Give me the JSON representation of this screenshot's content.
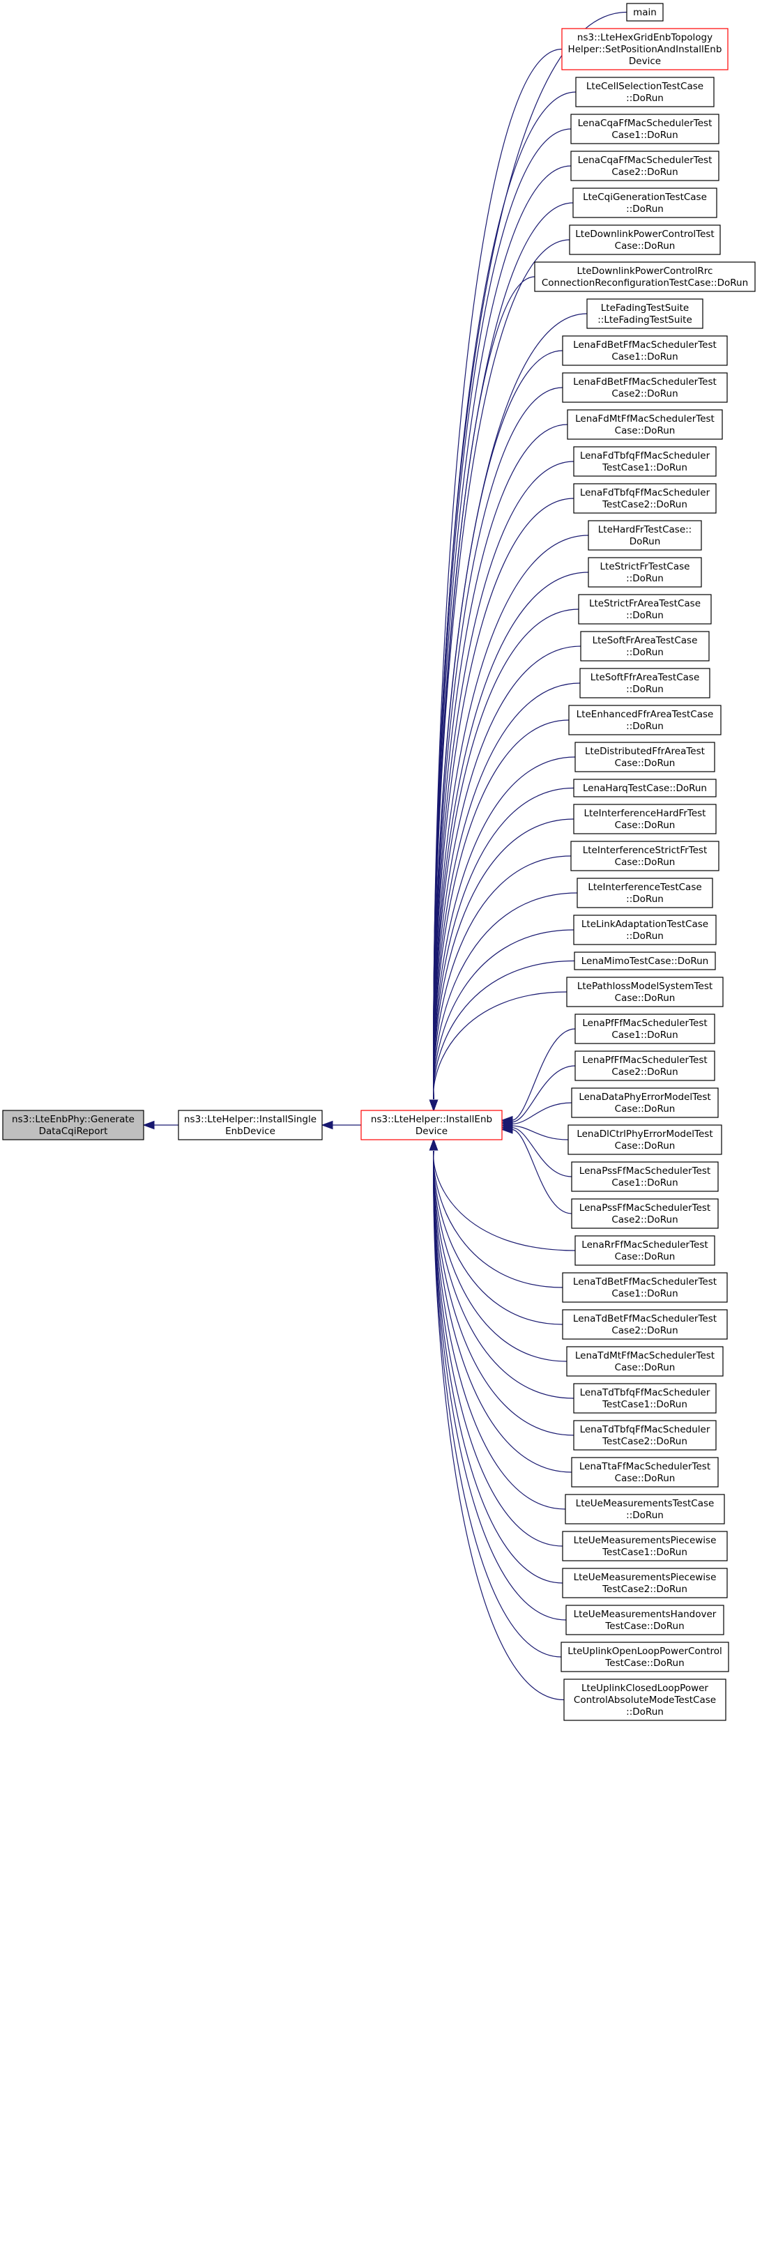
{
  "graph": {
    "title": "",
    "colors": {
      "edge": "#191970",
      "highlight_border": "#ff0000",
      "root_fill": "#bfbfbf"
    },
    "root": {
      "lines": [
        "ns3::LteEnbPhy::Generate",
        "DataCqiReport"
      ]
    },
    "middle": {
      "lines": [
        "ns3::LteHelper::InstallSingle",
        "EnbDevice"
      ]
    },
    "hub": {
      "lines": [
        "ns3::LteHelper::InstallEnb",
        "Device"
      ]
    },
    "callers": [
      {
        "lines": [
          "main"
        ]
      },
      {
        "lines": [
          "ns3::LteHexGridEnbTopology",
          "Helper::SetPositionAndInstallEnb",
          "Device"
        ],
        "highlight": true
      },
      {
        "lines": [
          "LteCellSelectionTestCase",
          "::DoRun"
        ]
      },
      {
        "lines": [
          "LenaCqaFfMacSchedulerTest",
          "Case1::DoRun"
        ]
      },
      {
        "lines": [
          "LenaCqaFfMacSchedulerTest",
          "Case2::DoRun"
        ]
      },
      {
        "lines": [
          "LteCqiGenerationTestCase",
          "::DoRun"
        ]
      },
      {
        "lines": [
          "LteDownlinkPowerControlTest",
          "Case::DoRun"
        ]
      },
      {
        "lines": [
          "LteDownlinkPowerControlRrc",
          "ConnectionReconfigurationTestCase::DoRun"
        ]
      },
      {
        "lines": [
          "LteFadingTestSuite",
          "::LteFadingTestSuite"
        ]
      },
      {
        "lines": [
          "LenaFdBetFfMacSchedulerTest",
          "Case1::DoRun"
        ]
      },
      {
        "lines": [
          "LenaFdBetFfMacSchedulerTest",
          "Case2::DoRun"
        ]
      },
      {
        "lines": [
          "LenaFdMtFfMacSchedulerTest",
          "Case::DoRun"
        ]
      },
      {
        "lines": [
          "LenaFdTbfqFfMacScheduler",
          "TestCase1::DoRun"
        ]
      },
      {
        "lines": [
          "LenaFdTbfqFfMacScheduler",
          "TestCase2::DoRun"
        ]
      },
      {
        "lines": [
          "LteHardFrTestCase::",
          "DoRun"
        ]
      },
      {
        "lines": [
          "LteStrictFrTestCase",
          "::DoRun"
        ]
      },
      {
        "lines": [
          "LteStrictFrAreaTestCase",
          "::DoRun"
        ]
      },
      {
        "lines": [
          "LteSoftFrAreaTestCase",
          "::DoRun"
        ]
      },
      {
        "lines": [
          "LteSoftFfrAreaTestCase",
          "::DoRun"
        ]
      },
      {
        "lines": [
          "LteEnhancedFfrAreaTestCase",
          "::DoRun"
        ]
      },
      {
        "lines": [
          "LteDistributedFfrAreaTest",
          "Case::DoRun"
        ]
      },
      {
        "lines": [
          "LenaHarqTestCase::DoRun"
        ]
      },
      {
        "lines": [
          "LteInterferenceHardFrTest",
          "Case::DoRun"
        ]
      },
      {
        "lines": [
          "LteInterferenceStrictFrTest",
          "Case::DoRun"
        ]
      },
      {
        "lines": [
          "LteInterferenceTestCase",
          "::DoRun"
        ]
      },
      {
        "lines": [
          "LteLinkAdaptationTestCase",
          "::DoRun"
        ]
      },
      {
        "lines": [
          "LenaMimoTestCase::DoRun"
        ]
      },
      {
        "lines": [
          "LtePathlossModelSystemTest",
          "Case::DoRun"
        ]
      },
      {
        "lines": [
          "LenaPfFfMacSchedulerTest",
          "Case1::DoRun"
        ]
      },
      {
        "lines": [
          "LenaPfFfMacSchedulerTest",
          "Case2::DoRun"
        ]
      },
      {
        "lines": [
          "LenaDataPhyErrorModelTest",
          "Case::DoRun"
        ]
      },
      {
        "lines": [
          "LenaDlCtrlPhyErrorModelTest",
          "Case::DoRun"
        ]
      },
      {
        "lines": [
          "LenaPssFfMacSchedulerTest",
          "Case1::DoRun"
        ]
      },
      {
        "lines": [
          "LenaPssFfMacSchedulerTest",
          "Case2::DoRun"
        ]
      },
      {
        "lines": [
          "LenaRrFfMacSchedulerTest",
          "Case::DoRun"
        ]
      },
      {
        "lines": [
          "LenaTdBetFfMacSchedulerTest",
          "Case1::DoRun"
        ]
      },
      {
        "lines": [
          "LenaTdBetFfMacSchedulerTest",
          "Case2::DoRun"
        ]
      },
      {
        "lines": [
          "LenaTdMtFfMacSchedulerTest",
          "Case::DoRun"
        ]
      },
      {
        "lines": [
          "LenaTdTbfqFfMacScheduler",
          "TestCase1::DoRun"
        ]
      },
      {
        "lines": [
          "LenaTdTbfqFfMacScheduler",
          "TestCase2::DoRun"
        ]
      },
      {
        "lines": [
          "LenaTtaFfMacSchedulerTest",
          "Case::DoRun"
        ]
      },
      {
        "lines": [
          "LteUeMeasurementsTestCase",
          "::DoRun"
        ]
      },
      {
        "lines": [
          "LteUeMeasurementsPiecewise",
          "TestCase1::DoRun"
        ]
      },
      {
        "lines": [
          "LteUeMeasurementsPiecewise",
          "TestCase2::DoRun"
        ]
      },
      {
        "lines": [
          "LteUeMeasurementsHandover",
          "TestCase::DoRun"
        ]
      },
      {
        "lines": [
          "LteUplinkOpenLoopPowerControl",
          "TestCase::DoRun"
        ]
      },
      {
        "lines": [
          "LteUplinkClosedLoopPower",
          "ControlAbsoluteModeTestCase",
          "::DoRun"
        ]
      }
    ]
  }
}
